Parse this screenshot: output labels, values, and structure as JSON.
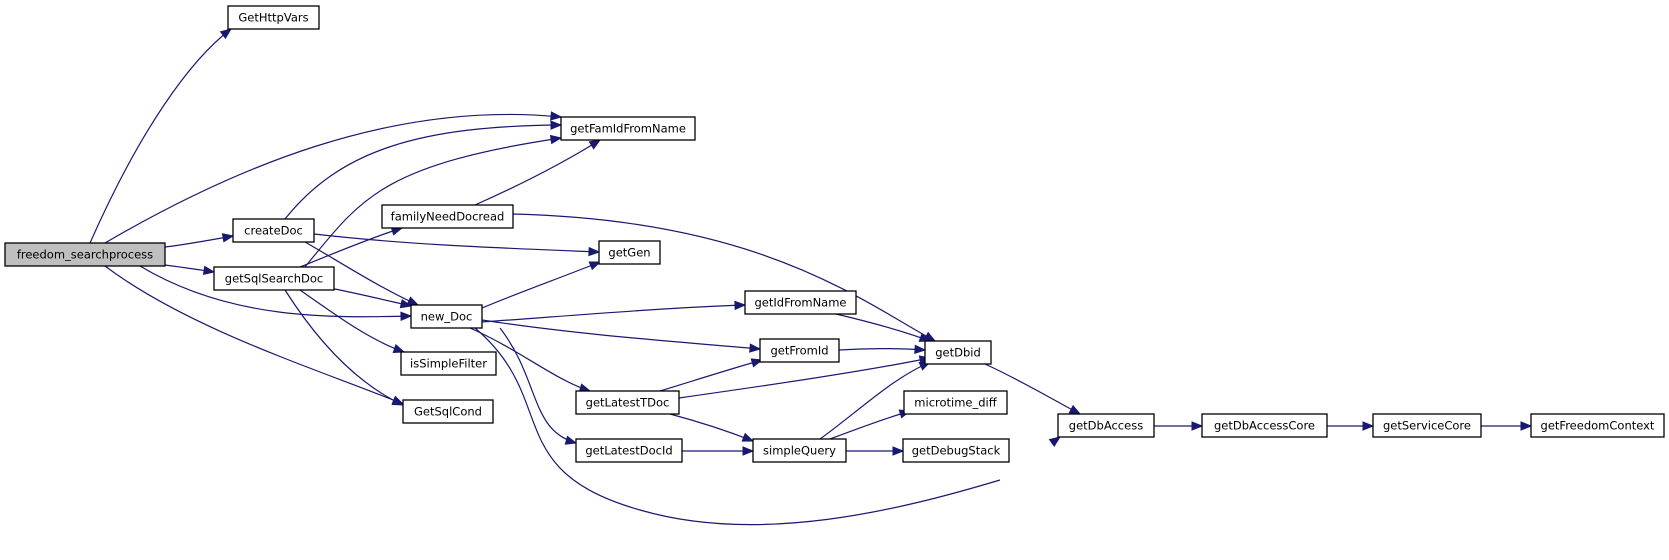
{
  "nodes": [
    {
      "id": "freedom_searchprocess",
      "label": "freedom_searchprocess",
      "root": true
    },
    {
      "id": "GetHttpVars",
      "label": "GetHttpVars"
    },
    {
      "id": "getFamIdFromName",
      "label": "getFamIdFromName"
    },
    {
      "id": "createDoc",
      "label": "createDoc"
    },
    {
      "id": "familyNeedDocread",
      "label": "familyNeedDocread"
    },
    {
      "id": "getGen",
      "label": "getGen"
    },
    {
      "id": "getSqlSearchDoc",
      "label": "getSqlSearchDoc"
    },
    {
      "id": "new_Doc",
      "label": "new_Doc"
    },
    {
      "id": "getIdFromName",
      "label": "getIdFromName"
    },
    {
      "id": "getFromId",
      "label": "getFromId"
    },
    {
      "id": "getDbid",
      "label": "getDbid"
    },
    {
      "id": "isSimpleFilter",
      "label": "isSimpleFilter"
    },
    {
      "id": "GetSqlCond",
      "label": "GetSqlCond"
    },
    {
      "id": "getLatestTDoc",
      "label": "getLatestTDoc"
    },
    {
      "id": "microtime_diff",
      "label": "microtime_diff"
    },
    {
      "id": "getDbAccess",
      "label": "getDbAccess"
    },
    {
      "id": "getDbAccessCore",
      "label": "getDbAccessCore"
    },
    {
      "id": "getServiceCore",
      "label": "getServiceCore"
    },
    {
      "id": "getFreedomContext",
      "label": "getFreedomContext"
    },
    {
      "id": "getLatestDocId",
      "label": "getLatestDocId"
    },
    {
      "id": "simpleQuery",
      "label": "simpleQuery"
    },
    {
      "id": "getDebugStack",
      "label": "getDebugStack"
    }
  ],
  "edges": [
    {
      "from": "freedom_searchprocess",
      "to": "GetHttpVars"
    },
    {
      "from": "freedom_searchprocess",
      "to": "getFamIdFromName"
    },
    {
      "from": "freedom_searchprocess",
      "to": "createDoc"
    },
    {
      "from": "freedom_searchprocess",
      "to": "getSqlSearchDoc"
    },
    {
      "from": "freedom_searchprocess",
      "to": "new_Doc"
    },
    {
      "from": "freedom_searchprocess",
      "to": "GetSqlCond"
    },
    {
      "from": "createDoc",
      "to": "getFamIdFromName"
    },
    {
      "from": "createDoc",
      "to": "getGen"
    },
    {
      "from": "createDoc",
      "to": "new_Doc"
    },
    {
      "from": "getSqlSearchDoc",
      "to": "getFamIdFromName"
    },
    {
      "from": "getSqlSearchDoc",
      "to": "familyNeedDocread"
    },
    {
      "from": "getSqlSearchDoc",
      "to": "new_Doc"
    },
    {
      "from": "getSqlSearchDoc",
      "to": "isSimpleFilter"
    },
    {
      "from": "getSqlSearchDoc",
      "to": "GetSqlCond"
    },
    {
      "from": "familyNeedDocread",
      "to": "getFamIdFromName"
    },
    {
      "from": "familyNeedDocread",
      "to": "getDbid"
    },
    {
      "from": "new_Doc",
      "to": "getGen"
    },
    {
      "from": "new_Doc",
      "to": "getIdFromName"
    },
    {
      "from": "new_Doc",
      "to": "getFromId"
    },
    {
      "from": "new_Doc",
      "to": "getLatestTDoc"
    },
    {
      "from": "new_Doc",
      "to": "getLatestDocId"
    },
    {
      "from": "new_Doc",
      "to": "getDbAccess"
    },
    {
      "from": "getIdFromName",
      "to": "getDbid"
    },
    {
      "from": "getFromId",
      "to": "getDbid"
    },
    {
      "from": "getLatestTDoc",
      "to": "getFromId"
    },
    {
      "from": "getLatestTDoc",
      "to": "getDbid"
    },
    {
      "from": "getLatestTDoc",
      "to": "simpleQuery"
    },
    {
      "from": "getLatestDocId",
      "to": "simpleQuery"
    },
    {
      "from": "simpleQuery",
      "to": "getDbid"
    },
    {
      "from": "simpleQuery",
      "to": "microtime_diff"
    },
    {
      "from": "simpleQuery",
      "to": "getDebugStack"
    },
    {
      "from": "getDbid",
      "to": "getDbAccess"
    },
    {
      "from": "getDbAccess",
      "to": "getDbAccessCore"
    },
    {
      "from": "getDbAccessCore",
      "to": "getServiceCore"
    },
    {
      "from": "getServiceCore",
      "to": "getFreedomContext"
    }
  ]
}
